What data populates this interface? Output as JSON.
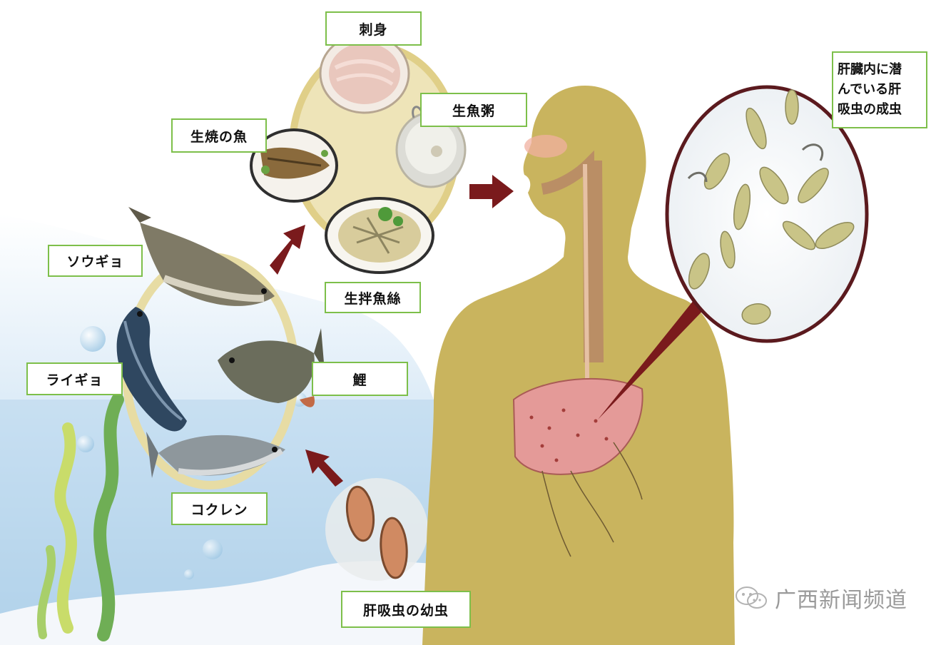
{
  "labels": {
    "sashimi": "刺身",
    "raw_fish_porridge": "生魚粥",
    "grilled_fish": "生焼の魚",
    "raw_fish_salad": "生拌魚絲",
    "grass_carp": "ソウギョ",
    "snakehead": "ライギョ",
    "carp": "鯉",
    "bighead_carp": "コクレン",
    "larvae": "肝吸虫の幼虫",
    "adult_flukes": [
      "肝臓内に潜",
      "んでいる肝",
      "吸虫の成虫"
    ]
  },
  "watermark": "广西新闻频道",
  "colors": {
    "label_border": "#7dbf4a",
    "body": "#c9b45e",
    "liver": "#e49a98",
    "arrow": "#7a1a1c",
    "water": "#d9eaf7",
    "ring": "#e5d79a"
  }
}
